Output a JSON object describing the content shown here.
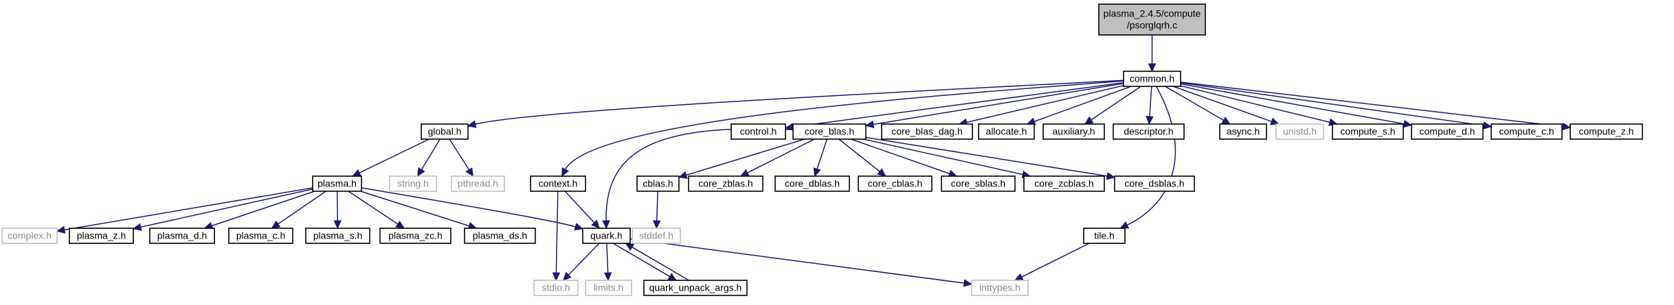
{
  "colors": {
    "edge": "#191970",
    "root_fill": "#bfbfbf",
    "node_border": "#000000",
    "missing_border": "#bfbfbf",
    "missing_text": "#8c8c8c"
  },
  "nodes": [
    {
      "id": "psorglqrh",
      "lines": [
        "plasma_2.4.5/compute",
        "/psorglqrh.c"
      ],
      "style": "root"
    },
    {
      "id": "common_h",
      "lines": [
        "common.h"
      ],
      "style": "normal"
    },
    {
      "id": "global_h",
      "lines": [
        "global.h"
      ],
      "style": "normal"
    },
    {
      "id": "control_h",
      "lines": [
        "control.h"
      ],
      "style": "normal"
    },
    {
      "id": "core_blas_h",
      "lines": [
        "core_blas.h"
      ],
      "style": "normal"
    },
    {
      "id": "core_blas_dag_h",
      "lines": [
        "core_blas_dag.h"
      ],
      "style": "normal"
    },
    {
      "id": "allocate_h",
      "lines": [
        "allocate.h"
      ],
      "style": "normal"
    },
    {
      "id": "auxiliary_h",
      "lines": [
        "auxiliary.h"
      ],
      "style": "normal"
    },
    {
      "id": "descriptor_h",
      "lines": [
        "descriptor.h"
      ],
      "style": "normal"
    },
    {
      "id": "async_h",
      "lines": [
        "async.h"
      ],
      "style": "normal"
    },
    {
      "id": "unistd_h",
      "lines": [
        "unistd.h"
      ],
      "style": "missing"
    },
    {
      "id": "compute_s_h",
      "lines": [
        "compute_s.h"
      ],
      "style": "normal"
    },
    {
      "id": "compute_d_h",
      "lines": [
        "compute_d.h"
      ],
      "style": "normal"
    },
    {
      "id": "compute_c_h",
      "lines": [
        "compute_c.h"
      ],
      "style": "normal"
    },
    {
      "id": "compute_z_h",
      "lines": [
        "compute_z.h"
      ],
      "style": "normal"
    },
    {
      "id": "plasma_h",
      "lines": [
        "plasma.h"
      ],
      "style": "normal"
    },
    {
      "id": "string_h",
      "lines": [
        "string.h"
      ],
      "style": "missing"
    },
    {
      "id": "pthread_h",
      "lines": [
        "pthread.h"
      ],
      "style": "missing"
    },
    {
      "id": "context_h",
      "lines": [
        "context.h"
      ],
      "style": "normal"
    },
    {
      "id": "cblas_h",
      "lines": [
        "cblas.h"
      ],
      "style": "normal"
    },
    {
      "id": "core_zblas_h",
      "lines": [
        "core_zblas.h"
      ],
      "style": "normal"
    },
    {
      "id": "core_dblas_h",
      "lines": [
        "core_dblas.h"
      ],
      "style": "normal"
    },
    {
      "id": "core_cblas_h",
      "lines": [
        "core_cblas.h"
      ],
      "style": "normal"
    },
    {
      "id": "core_sblas_h",
      "lines": [
        "core_sblas.h"
      ],
      "style": "normal"
    },
    {
      "id": "core_zcblas_h",
      "lines": [
        "core_zcblas.h"
      ],
      "style": "normal"
    },
    {
      "id": "core_dsblas_h",
      "lines": [
        "core_dsblas.h"
      ],
      "style": "normal"
    },
    {
      "id": "complex_h",
      "lines": [
        "complex.h"
      ],
      "style": "missing"
    },
    {
      "id": "plasma_z_h",
      "lines": [
        "plasma_z.h"
      ],
      "style": "normal"
    },
    {
      "id": "plasma_d_h",
      "lines": [
        "plasma_d.h"
      ],
      "style": "normal"
    },
    {
      "id": "plasma_c_h",
      "lines": [
        "plasma_c.h"
      ],
      "style": "normal"
    },
    {
      "id": "plasma_s_h",
      "lines": [
        "plasma_s.h"
      ],
      "style": "normal"
    },
    {
      "id": "plasma_zc_h",
      "lines": [
        "plasma_zc.h"
      ],
      "style": "normal"
    },
    {
      "id": "plasma_ds_h",
      "lines": [
        "plasma_ds.h"
      ],
      "style": "normal"
    },
    {
      "id": "quark_h",
      "lines": [
        "quark.h"
      ],
      "style": "normal"
    },
    {
      "id": "stddef_h",
      "lines": [
        "stddef.h"
      ],
      "style": "missing"
    },
    {
      "id": "tile_h",
      "lines": [
        "tile.h"
      ],
      "style": "normal"
    },
    {
      "id": "stdio_h",
      "lines": [
        "stdio.h"
      ],
      "style": "missing"
    },
    {
      "id": "limits_h",
      "lines": [
        "limits.h"
      ],
      "style": "missing"
    },
    {
      "id": "quark_unpack_args_h",
      "lines": [
        "quark_unpack_args.h"
      ],
      "style": "normal"
    },
    {
      "id": "inttypes_h",
      "lines": [
        "inttypes.h"
      ],
      "style": "missing"
    }
  ],
  "edges": [
    [
      "psorglqrh",
      "common_h"
    ],
    [
      "common_h",
      "global_h"
    ],
    [
      "common_h",
      "context_h"
    ],
    [
      "common_h",
      "control_h"
    ],
    [
      "common_h",
      "core_blas_h"
    ],
    [
      "common_h",
      "core_blas_dag_h"
    ],
    [
      "common_h",
      "allocate_h"
    ],
    [
      "common_h",
      "auxiliary_h"
    ],
    [
      "common_h",
      "descriptor_h"
    ],
    [
      "common_h",
      "tile_h"
    ],
    [
      "common_h",
      "async_h"
    ],
    [
      "common_h",
      "unistd_h"
    ],
    [
      "common_h",
      "compute_s_h"
    ],
    [
      "common_h",
      "compute_d_h"
    ],
    [
      "common_h",
      "compute_c_h"
    ],
    [
      "common_h",
      "compute_z_h"
    ],
    [
      "global_h",
      "plasma_h"
    ],
    [
      "global_h",
      "string_h"
    ],
    [
      "global_h",
      "pthread_h"
    ],
    [
      "plasma_h",
      "complex_h"
    ],
    [
      "plasma_h",
      "plasma_z_h"
    ],
    [
      "plasma_h",
      "plasma_d_h"
    ],
    [
      "plasma_h",
      "plasma_c_h"
    ],
    [
      "plasma_h",
      "plasma_s_h"
    ],
    [
      "plasma_h",
      "plasma_zc_h"
    ],
    [
      "plasma_h",
      "plasma_ds_h"
    ],
    [
      "plasma_h",
      "quark_h"
    ],
    [
      "context_h",
      "quark_h"
    ],
    [
      "context_h",
      "stdio_h"
    ],
    [
      "core_blas_h",
      "quark_h"
    ],
    [
      "core_blas_h",
      "cblas_h"
    ],
    [
      "core_blas_h",
      "core_zblas_h"
    ],
    [
      "core_blas_h",
      "core_dblas_h"
    ],
    [
      "core_blas_h",
      "core_cblas_h"
    ],
    [
      "core_blas_h",
      "core_sblas_h"
    ],
    [
      "core_blas_h",
      "core_zcblas_h"
    ],
    [
      "core_blas_h",
      "core_dsblas_h"
    ],
    [
      "cblas_h",
      "stddef_h"
    ],
    [
      "quark_h",
      "stdio_h"
    ],
    [
      "quark_h",
      "limits_h"
    ],
    [
      "quark_h",
      "quark_unpack_args_h"
    ],
    [
      "quark_h",
      "inttypes_h"
    ],
    [
      "quark_unpack_args_h",
      "quark_h"
    ],
    [
      "tile_h",
      "inttypes_h"
    ]
  ]
}
